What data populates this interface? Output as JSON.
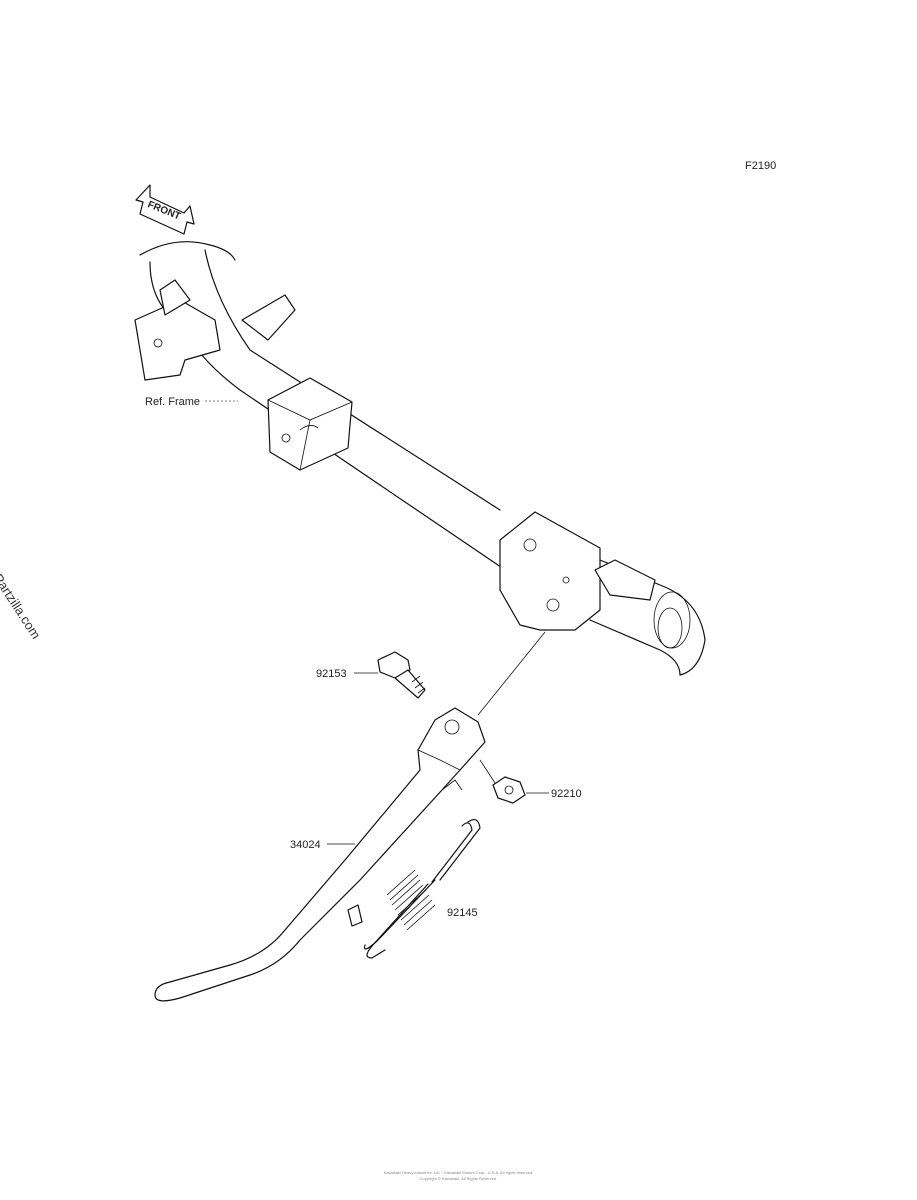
{
  "diagram_code": "F2190",
  "front_arrow_label": "FRONT",
  "watermark": "© Partzilla.com",
  "labels": {
    "ref_frame": "Ref. Frame",
    "bolt": "92153",
    "nut": "92210",
    "stand": "34024",
    "spring": "92145"
  },
  "footer": {
    "line1": "Kawasaki Heavy Industries, Ltd. · Kawasaki Motors Corp., U.S.A. All rights reserved.",
    "line2": "Copyright © Kawasaki. All Rights Reserved."
  }
}
